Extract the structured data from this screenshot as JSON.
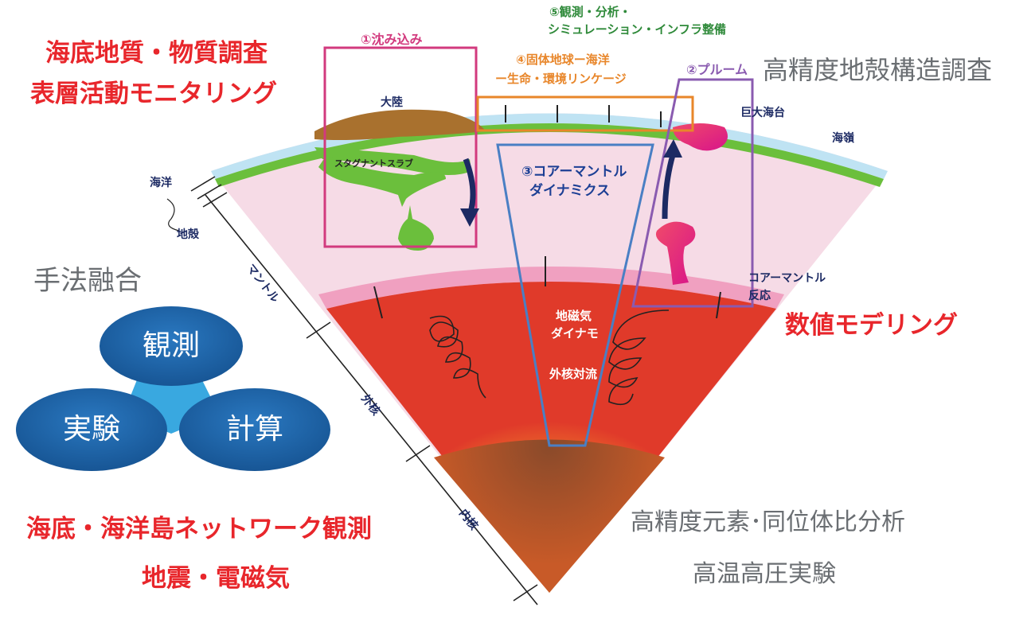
{
  "left_top": {
    "line1": "海底地質・物質調査",
    "line2": "表層活動モニタリング"
  },
  "top_center": {
    "line1": "⑤観測・分析・",
    "line2": "シミュレーション・インフラ整備"
  },
  "top_right": "高精度地殻構造調査",
  "box1_label": "①沈み込み",
  "box2_label": "②プルーム",
  "box3_label": {
    "line1": "③コアーマントル",
    "line2": "ダイナミクス"
  },
  "box4_label": {
    "line1": "④固体地球ー海洋",
    "line2": "ー生命・環境リンケージ"
  },
  "labels": {
    "continent": "大陸",
    "stagnant_slab": "スタグナントスラブ",
    "giant_plateau": "巨大海台",
    "seamount": "海嶺",
    "ocean": "海洋",
    "crust": "地殻",
    "mantle": "マントル",
    "outer_core": "外核",
    "inner_core": "内核",
    "geodynamo": {
      "line1": "地磁気",
      "line2": "ダイナモ"
    },
    "outer_core_convection": "外核対流",
    "cmb_reaction": {
      "line1": "コアーマントル",
      "line2": "反応"
    }
  },
  "method_fusion": {
    "title": "手法融合",
    "observation": "観測",
    "experiment": "実験",
    "computation": "計算"
  },
  "right_mid": "数値モデリング",
  "bottom_left": {
    "line1": "海底・海洋島ネットワーク観測",
    "line2": "地震・電磁気"
  },
  "bottom_right": {
    "line1": "高精度元素･同位体比分析",
    "line2": "高温高圧実験"
  },
  "colors": {
    "accent_red": "#e8262b",
    "box1": "#d23a7e",
    "box2": "#8a5bb0",
    "box3": "#4a7fc4",
    "box4": "#e8862a",
    "oval": "#1f64a6",
    "oval_link": "#39a8e0"
  }
}
